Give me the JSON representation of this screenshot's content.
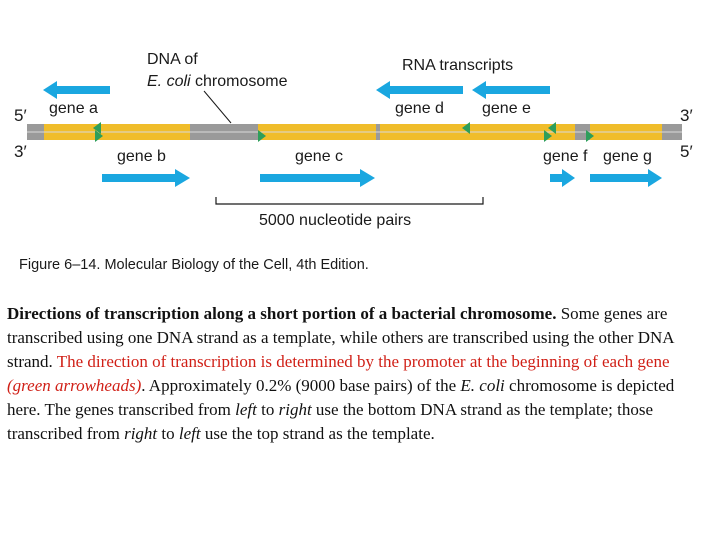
{
  "diagram": {
    "label_dna_line1": "DNA of",
    "label_dna_ecoli": "E. coli",
    "label_dna_chromosome": " chromosome",
    "label_rna": "RNA transcripts",
    "strand_top_left": "5′",
    "strand_top_right": "3′",
    "strand_bottom_left": "3′",
    "strand_bottom_right": "5′",
    "genes": {
      "a": "gene a",
      "b": "gene b",
      "c": "gene c",
      "d": "gene d",
      "e": "gene e",
      "f": "gene f",
      "g": "gene g"
    },
    "scale_label": "5000 nucleotide pairs",
    "figure_credit": "Figure 6–14. Molecular Biology of the Cell, 4th Edition.",
    "colors": {
      "gene_segment": "#f0bd2a",
      "intergenic": "#9a9a9a",
      "promoter": "#2e9e5b",
      "transcript": "#1aa7e0"
    }
  },
  "caption": {
    "bold_title": "Directions of transcription along a short portion of a bacterial chromosome.",
    "part1": " Some genes are transcribed using one DNA strand as a template, while others are transcribed using the other DNA strand. ",
    "red_text": "The direction of transcription is determined by the promoter at the beginning of each gene ",
    "red_italic": "(green arrowheads)",
    "part2": ". Approximately 0.2% (9000 base pairs) of the ",
    "ecoli": "E. coli",
    "part3": " chromosome is depicted here. The genes transcribed from ",
    "left1": "left",
    "to1": " to ",
    "right1": "right",
    "part4": " use the bottom DNA strand as the template; those transcribed from ",
    "right2": "right",
    "to2": " to ",
    "left2": "left",
    "part5": " use the top strand as the template."
  }
}
